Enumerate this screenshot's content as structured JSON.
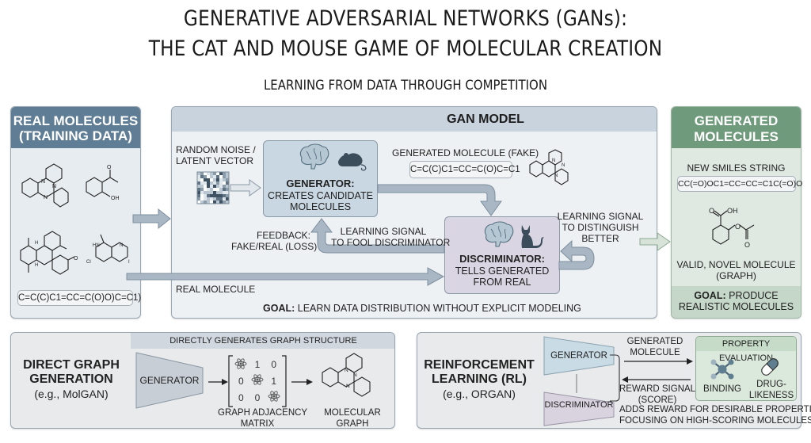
{
  "header": {
    "title_line1": "GENERATIVE ADVERSARIAL NETWORKS (GANs):",
    "title_line2": "THE CAT AND MOUSE GAME OF MOLECULAR CREATION",
    "subtitle": "LEARNING FROM DATA THROUGH COMPETITION"
  },
  "real_molecules": {
    "title_line1": "REAL MOLECULES",
    "title_line2": "(TRAINING DATA)",
    "atom_labels": [
      "N",
      "N",
      "N",
      "O",
      "OH",
      "H",
      "H",
      "O",
      "HN",
      "N",
      "Cl",
      "I"
    ],
    "smiles": "C=C(C)C1=CC=C(O)O)C=C1)",
    "header_color": "#5f7d95"
  },
  "gan_model": {
    "title": "GAN MODEL",
    "noise_label_line1": "RANDOM NOISE /",
    "noise_label_line2": "LATENT VECTOR",
    "generator": {
      "title": "GENERATOR:",
      "desc_line1": "CREATES CANDIDATE",
      "desc_line2": "MOLECULES",
      "icons": [
        "brain-icon",
        "mouse-icon"
      ]
    },
    "generated_label": "GENERATED MOLECULE (FAKE)",
    "generated_smiles": "C=C(C)C1=CC=C(O)C=C1",
    "fake_atom_labels": [
      "N",
      "N",
      "N"
    ],
    "discriminator": {
      "title": "DISCRIMINATOR:",
      "desc_line1": "TELLS GENERATED",
      "desc_line2": "FROM REAL",
      "icons": [
        "brain-icon",
        "cat-icon"
      ]
    },
    "learning_signal_fool_line1": "LEARNING SIGNAL",
    "learning_signal_fool_line2": "TO FOOL DISCRIMINATOR",
    "feedback_line1": "FEEDBACK:",
    "feedback_line2": "FAKE/REAL (LOSS)",
    "learning_signal_distinguish_line1": "LEARNING SIGNAL",
    "learning_signal_distinguish_line2": "TO DISTINGUISH",
    "learning_signal_distinguish_line3": "BETTER",
    "real_molecule_label": "REAL MOLECULE",
    "goal_bold": "GOAL:",
    "goal_text": " LEARN DATA DISTRIBUTION WITHOUT EXPLICIT MODELING",
    "generator_color": "#c9d7e2",
    "discriminator_color": "#d9d5e2"
  },
  "generated_molecules": {
    "title_line1": "GENERATED",
    "title_line2": "MOLECULES",
    "smiles_label": "NEW SMILES STRING",
    "smiles": "CC(=O)OC1=CC=CC=C1C(=O)O",
    "atom_labels": [
      "O",
      "OH",
      "O",
      "O"
    ],
    "caption_line1": "VALID, NOVEL MOLECULE",
    "caption_line2": "(GRAPH)",
    "goal_bold": "GOAL:",
    "goal_text_line1": " PRODUCE",
    "goal_text_line2": "REALISTIC MOLECULES",
    "header_color": "#6f9a7c"
  },
  "direct_graph": {
    "title_line1": "DIRECT GRAPH",
    "title_line2": "GENERATION",
    "example": "(e.g., MolGAN)",
    "banner": "DIRECTLY GENERATES GRAPH STRUCTURE",
    "generator_label": "GENERATOR",
    "matrix": [
      [
        "atom",
        "1",
        "0"
      ],
      [
        "0",
        "atom",
        "1"
      ],
      [
        "0",
        "0",
        "atom"
      ]
    ],
    "matrix_label_line1": "GRAPH ADJACENCY",
    "matrix_label_line2": "MATRIX",
    "graph_label_line1": "MOLECULAR",
    "graph_label_line2": "GRAPH",
    "graph_atom_labels": [
      "N",
      "N",
      "N"
    ]
  },
  "rl": {
    "title_line1": "REINFORCEMENT",
    "title_line2": "LEARNING (RL)",
    "example": "(e.g., ORGAN)",
    "generator_label": "GENERATOR",
    "discriminator_label": "DISCRIMINATOR",
    "generated_line1": "GENERATED",
    "generated_line2": "MOLECULE",
    "reward_line1": "REWARD SIGNAL",
    "reward_line2": "(SCORE)",
    "property_title": "PROPERTY EVALUATION",
    "binding_label": "BINDING",
    "drug_line1": "DRUG-",
    "drug_line2": "LIKENESS",
    "note_line1": "ADDS REWARD FOR DESIRABLE PROPERTIES,",
    "note_line2": "FOCUSING ON HIGH-SCORING MOLECULES"
  }
}
